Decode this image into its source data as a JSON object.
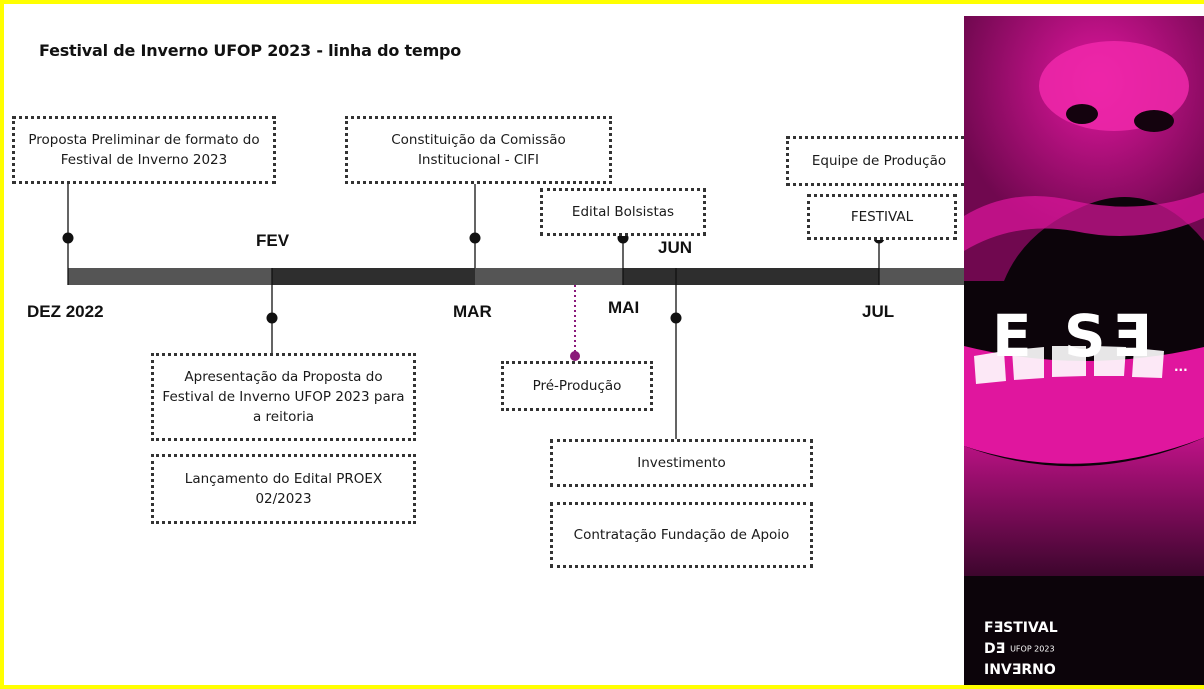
{
  "title": "Festival de Inverno UFOP 2023 - linha do tempo",
  "months": {
    "dez2022": "DEZ 2022",
    "fev": "FEV",
    "mar": "MAR",
    "mai": "MAI",
    "jun": "JUN",
    "jul": "JUL"
  },
  "events": {
    "proposta_preliminar": "Proposta Preliminar de formato do Festival de Inverno 2023",
    "apresentacao": "Apresentação da Proposta do Festival de Inverno UFOP 2023 para a reitoria",
    "lancamento_edital": "Lançamento do Edital PROEX 02/2023",
    "comissao": "Constituição da Comissão Institucional - CIFI",
    "edital_bolsistas": "Edital Bolsistas",
    "pre_producao": "Pré-Produção",
    "investimento": "Investimento",
    "contratacao": "Contratação Fundação de Apoio",
    "equipe_producao": "Equipe de Produção",
    "festival": "FESTIVAL"
  },
  "poster": {
    "headline": "E SƎ",
    "ellipsis": "...",
    "brand_line1": "FƎSTIVAL",
    "brand_line2_a": "DƎ",
    "brand_line2_b": "UFOP 2023",
    "brand_line3": "INVƎRNO"
  },
  "colors": {
    "frame_border": "#ffff00",
    "timeline_light": "#555555",
    "timeline_dark": "#2e2e2e",
    "pre_producao_marker": "#8b1a7a",
    "poster_magenta": "#e0169e",
    "poster_background": "#0c040a"
  }
}
